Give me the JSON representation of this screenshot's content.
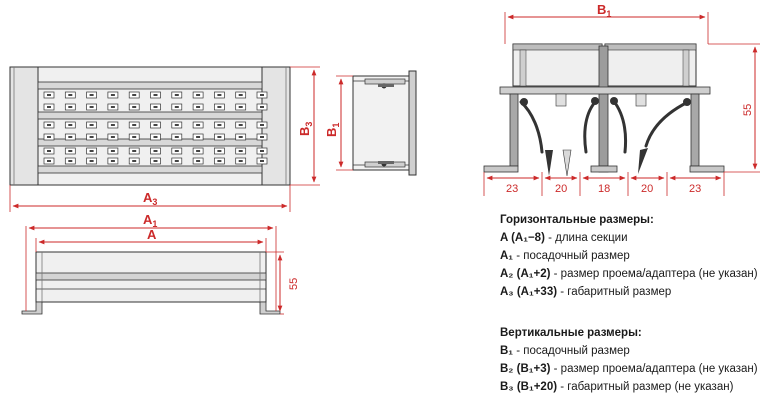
{
  "labels": {
    "b1_top": "B",
    "b1_top_sub": "1",
    "b3": "B",
    "b3_sub": "3",
    "b1_side": "B",
    "b1_side_sub": "1",
    "a3": "A",
    "a3_sub": "3",
    "a1": "A",
    "a1_sub": "1",
    "a": "A",
    "height_55_bottom": "55",
    "height_55_right": "55",
    "gap_23_left": "23",
    "gap_20_left": "20",
    "gap_18": "18",
    "gap_20_right": "20",
    "gap_23_right": "23"
  },
  "legend_horizontal": {
    "title": "Горизонтальные размеры:",
    "items": [
      {
        "symbol": "A (A₁−8)",
        "text": " - длина секции"
      },
      {
        "symbol": "A₁",
        "text": " - посадочный размер"
      },
      {
        "symbol": "A₂ (A₁+2)",
        "text": " - размер проема/адаптера (не указан)"
      },
      {
        "symbol": "A₃ (A₁+33)",
        "text": " - габаритный размер"
      }
    ]
  },
  "legend_vertical": {
    "title": "Вертикальные размеры:",
    "items": [
      {
        "symbol": "B₁",
        "text": " - посадочный размер"
      },
      {
        "symbol": "B₂ (B₁+3)",
        "text": " - размер проема/адаптера (не указан)"
      },
      {
        "symbol": "B₃ (B₁+20)",
        "text": " - габаритный размер (не указан)"
      }
    ]
  },
  "colors": {
    "dimension": "#cc2a2a",
    "outline": "#333333",
    "fill_light": "#e8e8e8",
    "fill_mid": "#c8c8c8",
    "profile": "#8c8c8c"
  }
}
